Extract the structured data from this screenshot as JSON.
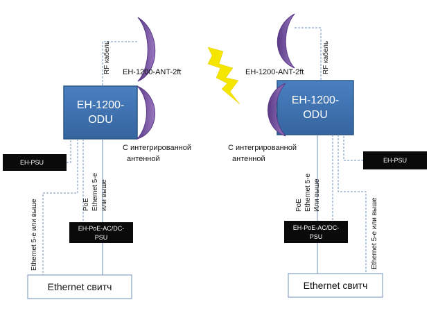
{
  "left": {
    "antenna_label": "EH-1200-ANT-2ft",
    "rf_cable": "RF кабель",
    "odu_line1": "EH-1200-",
    "odu_line2": "ODU",
    "integrated_line1": "С интегрированной",
    "integrated_line2": "антенной",
    "psu": "EH-PSU",
    "eth_vertical": "Ethernet 5-е или выше",
    "poe_line1": "PoE",
    "poe_line2": "Ethernet 5-е",
    "poe_line3": "или выше",
    "poe_box_line1": "EH-PoE-AC/DC-",
    "poe_box_line2": "PSU",
    "switch": "Ethernet свитч"
  },
  "right": {
    "antenna_label": "EH-1200-ANT-2ft",
    "rf_cable": "RF кабель",
    "odu_line1": "EH-1200-",
    "odu_line2": "ODU",
    "integrated_line1": "С интегрированной",
    "integrated_line2": "антенной",
    "psu": "EH-PSU",
    "eth_vertical": "Ethernet 5-е или выше",
    "poe_line1": "PoE",
    "poe_line2": "Ethernet 5-е",
    "poe_line3": "Или выше",
    "poe_box_line1": "EH-PoE-AC/DC-",
    "poe_box_line2": "PSU",
    "switch": "Ethernet свитч"
  },
  "colors": {
    "odu_fill": "#3f73b3",
    "odu_stroke": "#2b5586",
    "antenna": "#7a50a0",
    "lightning": "#f5e600",
    "black_box": "#0a0a0a",
    "switch_stroke": "#6f8fb8",
    "line": "#6f8fb8"
  }
}
